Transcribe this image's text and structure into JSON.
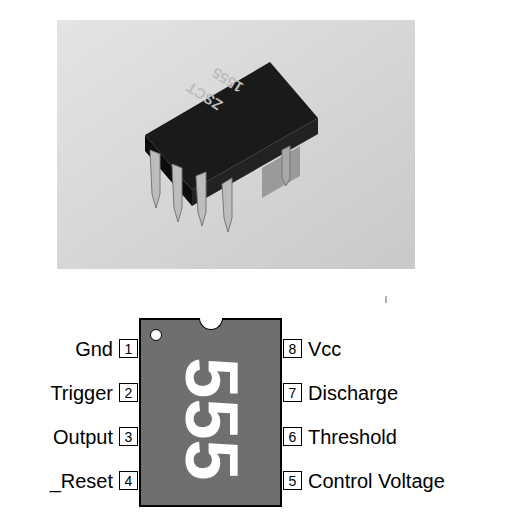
{
  "diagram": {
    "nodes": [
      {
        "text": [
          "555"
        ]
      },
      {
        "text": [
          "1"
        ]
      },
      {
        "text": [
          "2"
        ]
      },
      {
        "text": [
          "3"
        ]
      },
      {
        "text": [
          "4"
        ]
      },
      {
        "text": [
          "8"
        ]
      },
      {
        "text": [
          "7"
        ]
      },
      {
        "text": [
          "6"
        ]
      },
      {
        "text": [
          "5"
        ]
      }
    ],
    "labels": [
      "ZSCT",
      "1555",
      "Gnd",
      "Trigger",
      "Output",
      "_Reset",
      "Vcc",
      "Discharge",
      "Threshold",
      "Control Voltage"
    ]
  }
}
